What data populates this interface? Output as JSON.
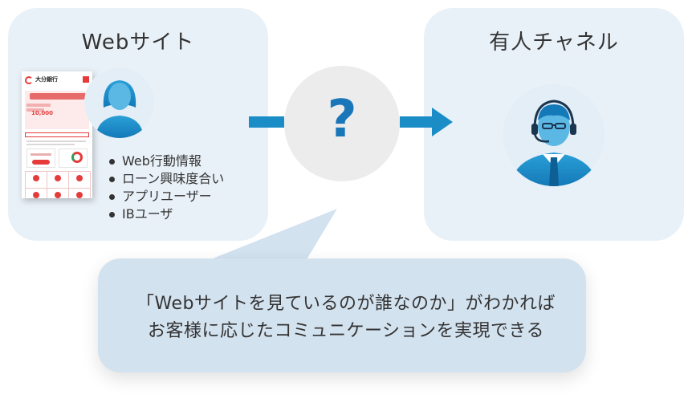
{
  "left_panel": {
    "title": "Webサイト",
    "thumbnail": {
      "bank_name": "大分銀行",
      "banner_amount": "10,000"
    },
    "bullets": [
      "Web行動情報",
      "ローン興味度合い",
      "アプリユーザー",
      "IBユーザ"
    ]
  },
  "right_panel": {
    "title": "有人チャネル"
  },
  "center": {
    "symbol": "?"
  },
  "bubble": {
    "line1": "「Webサイトを見ているのが誰なのか」がわかれば",
    "line2": "お客様に応じたコミュニケーションを実現できる"
  },
  "colors": {
    "panel_bg": "#e9f1f8",
    "accent_blue": "#1a8dc7",
    "question_blue": "#1976b9",
    "bubble_bg": "#d3e2ef",
    "question_circle_bg": "#ececec"
  },
  "icons": [
    "user-avatar-icon",
    "operator-headset-icon",
    "question-mark-icon",
    "arrow-right-icon"
  ]
}
